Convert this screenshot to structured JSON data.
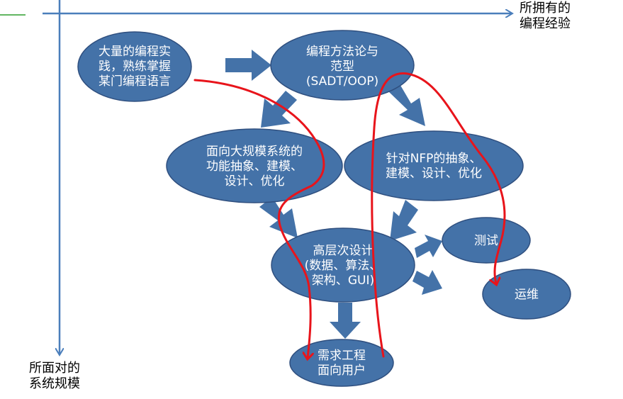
{
  "axes": {
    "x_label_lines": [
      "所拥有的",
      "编程经验"
    ],
    "y_label_lines": [
      "所面对的",
      "系统规模"
    ]
  },
  "nodes": {
    "practice": [
      "大量的编程实",
      "践，熟练掌握",
      "某门编程语言"
    ],
    "methodology": [
      "编程方法论与",
      "范型",
      "(SADT/OOP)"
    ],
    "functional": [
      "面向大规模系统的",
      "功能抽象、建模、",
      "设计、优化"
    ],
    "nfp": [
      "针对NFP的抽象、",
      "建模、设计、优化"
    ],
    "high_level": [
      "高层次设计",
      "(数据、算法、",
      "架构、GUI)"
    ],
    "testing": [
      "测试"
    ],
    "operations": [
      "运维"
    ],
    "requirements": [
      "需求工程",
      "面向用户"
    ]
  },
  "colors": {
    "node_fill": "#4472A8",
    "node_stroke": "#2F4F7F",
    "arrow_fill": "#4472A8",
    "axis": "#4A7EBB",
    "red_path": "#E8141B",
    "accent_line": "#2E9E2E"
  }
}
